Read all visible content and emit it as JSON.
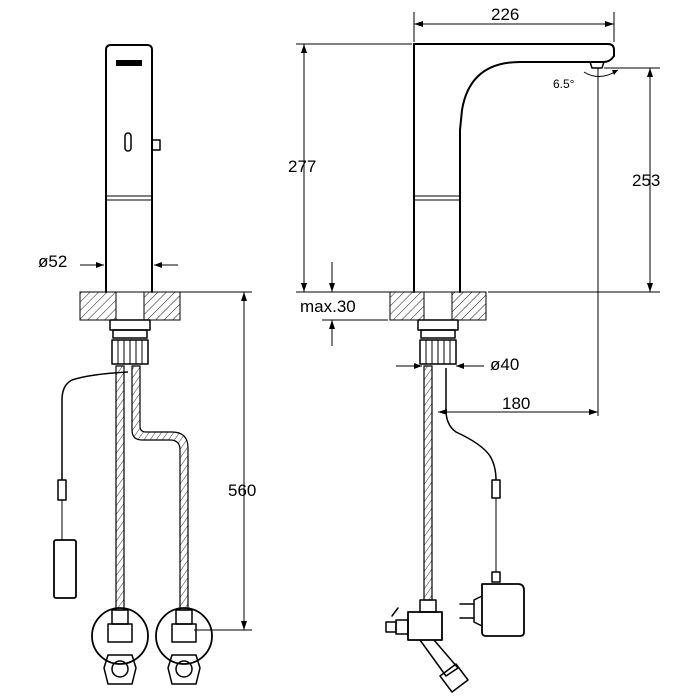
{
  "dimensions": {
    "diameter_body": "ø52",
    "length_hose": "560",
    "width_spout": "226",
    "height_total": "277",
    "height_outlet": "253",
    "spout_angle": "6.5°",
    "max_thickness": "max.30",
    "diameter_hole": "ø40",
    "offset_hole": "180"
  }
}
